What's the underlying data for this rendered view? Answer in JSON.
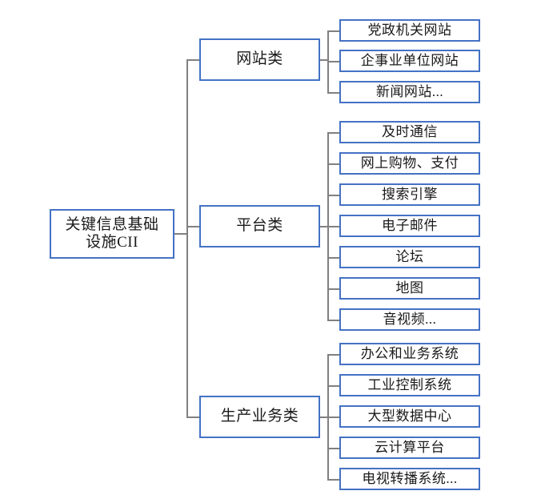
{
  "diagram": {
    "type": "tree",
    "orientation": "left-to-right",
    "root": {
      "label": "关键信息基础设施CII",
      "line1": "关键信息基础",
      "line2": "设施CII"
    },
    "categories": [
      {
        "label": "网站类",
        "children": [
          "党政机关网站",
          "企事业单位网站",
          "新闻网站..."
        ]
      },
      {
        "label": "平台类",
        "children": [
          "及时通信",
          "网上购物、支付",
          "搜索引擎",
          "电子邮件",
          "论坛",
          "地图",
          "音视频..."
        ]
      },
      {
        "label": "生产业务类",
        "children": [
          "办公和业务系统",
          "工业控制系统",
          "大型数据中心",
          "云计算平台",
          "电视转播系统..."
        ]
      }
    ],
    "caption": "",
    "colors": {
      "node_border": "#4472c4",
      "node_fill": "#ffffff",
      "connector": "#808080",
      "text": "#1a1a1a",
      "background": "#ffffff"
    }
  }
}
